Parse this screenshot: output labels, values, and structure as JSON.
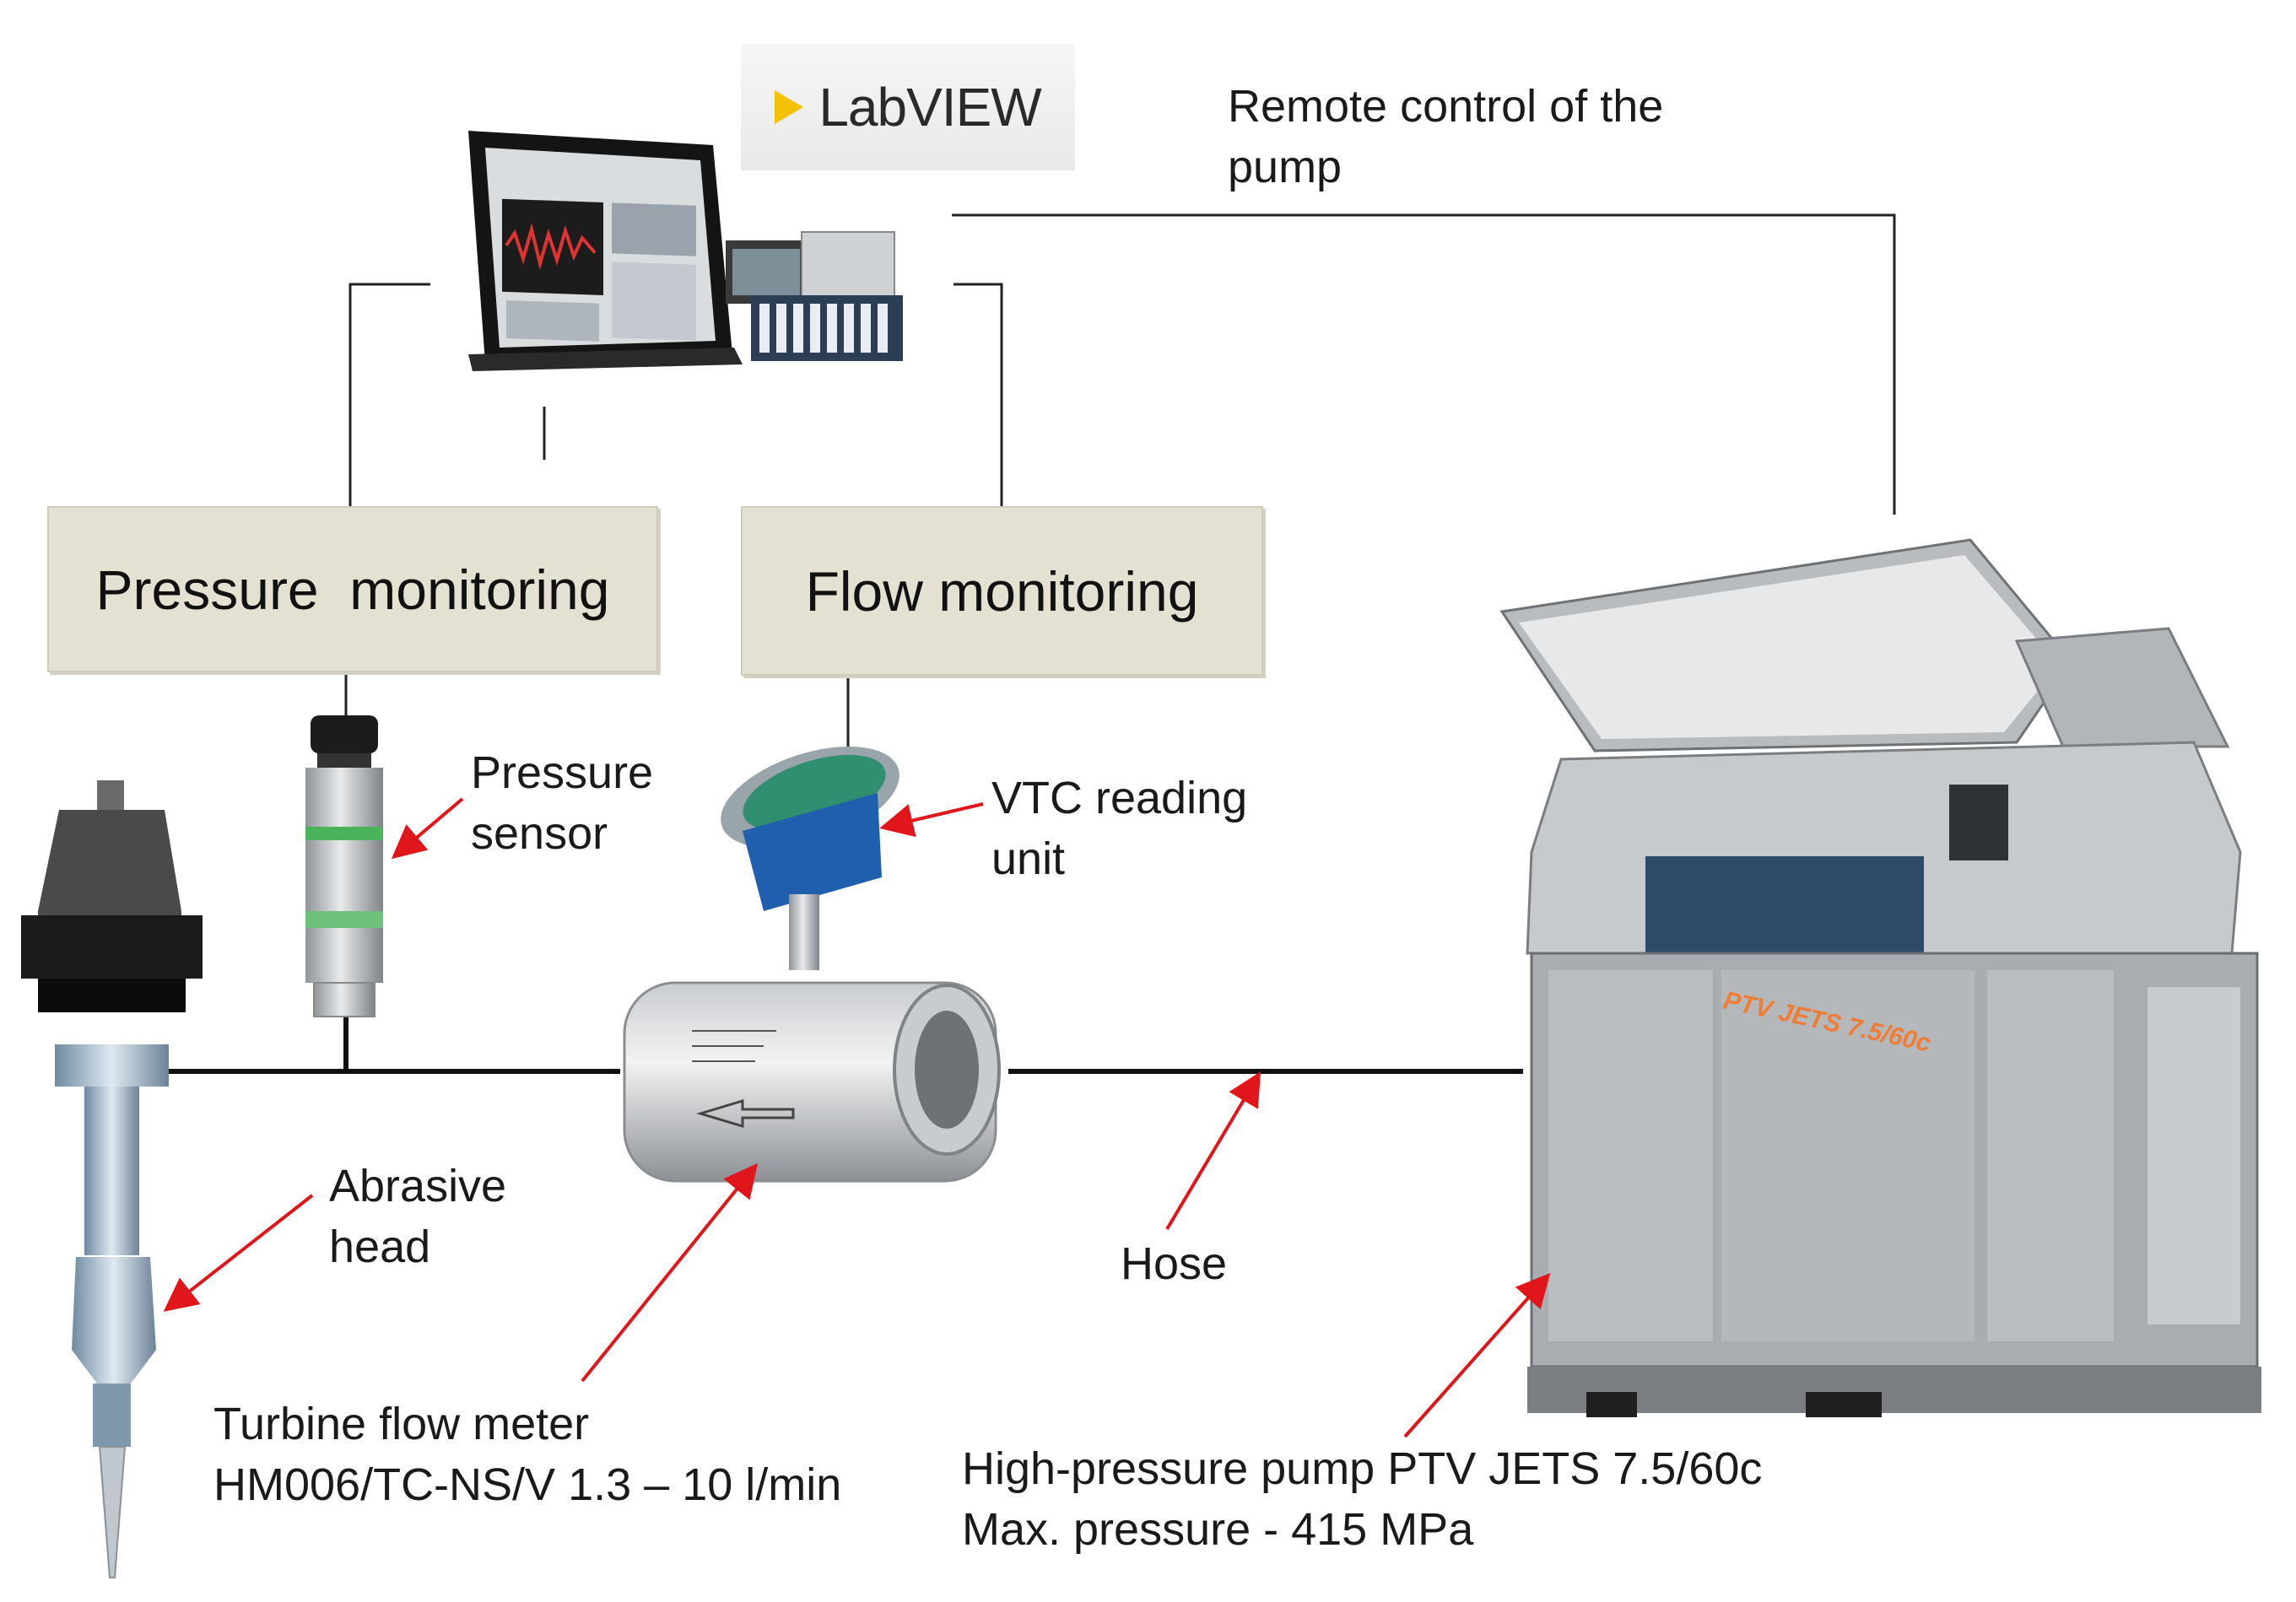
{
  "logo": {
    "text": "LabVIEW",
    "accent_color": "#f2c200"
  },
  "boxes": {
    "pressure_monitoring": "Pressure  monitoring",
    "flow_monitoring": "Flow monitoring"
  },
  "labels": {
    "remote_control": [
      "Remote control of the",
      "pump"
    ],
    "pressure_sensor": [
      "Pressure",
      "sensor"
    ],
    "vtc_reading_unit": [
      "VTC reading",
      "unit"
    ],
    "abrasive_head": [
      "Abrasive",
      "head"
    ],
    "hose": "Hose",
    "turbine_flow_meter": [
      "Turbine flow meter",
      "HM006/TC-NS/V 1.3 – 10 l/min"
    ],
    "pump": [
      "High-pressure pump PTV JETS 7.5/60c",
      "Max. pressure - 415 MPa"
    ]
  },
  "pump_brand": "PTV JETS 7.5/60c",
  "colors": {
    "arrow": "#e0161b",
    "line": "#111111",
    "box_fill": "#e4e1d3"
  }
}
